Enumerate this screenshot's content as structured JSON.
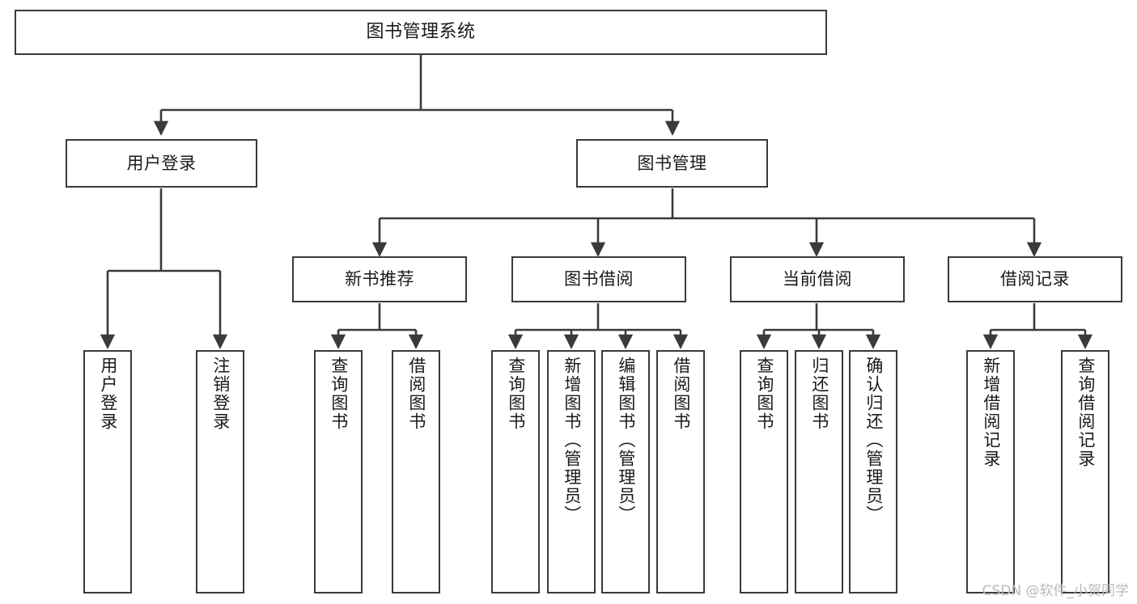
{
  "diagram": {
    "title": "图书管理系统",
    "type": "tree",
    "root": {
      "id": "root",
      "label": "图书管理系统"
    },
    "level1": [
      {
        "id": "user-login",
        "label": "用户登录"
      },
      {
        "id": "book-manage",
        "label": "图书管理"
      }
    ],
    "level2": [
      {
        "id": "new-book-rec",
        "label": "新书推荐",
        "parent": "book-manage"
      },
      {
        "id": "book-borrow",
        "label": "图书借阅",
        "parent": "book-manage"
      },
      {
        "id": "current-borrow",
        "label": "当前借阅",
        "parent": "book-manage"
      },
      {
        "id": "borrow-record",
        "label": "借阅记录",
        "parent": "book-manage"
      }
    ],
    "leaves": [
      {
        "id": "leaf-user-login",
        "label": "用户登录",
        "parent": "user-login"
      },
      {
        "id": "leaf-user-logout",
        "label": "注销登录",
        "parent": "user-login"
      },
      {
        "id": "leaf-query-book-1",
        "label": "查询图书",
        "parent": "new-book-rec"
      },
      {
        "id": "leaf-borrow-book-1",
        "label": "借阅图书",
        "parent": "new-book-rec"
      },
      {
        "id": "leaf-query-book-2",
        "label": "查询图书",
        "parent": "book-borrow"
      },
      {
        "id": "leaf-add-book",
        "label": "新增图书（管理员）",
        "parent": "book-borrow"
      },
      {
        "id": "leaf-edit-book",
        "label": "编辑图书（管理员）",
        "parent": "book-borrow"
      },
      {
        "id": "leaf-borrow-book-2",
        "label": "借阅图书",
        "parent": "book-borrow"
      },
      {
        "id": "leaf-query-book-3",
        "label": "查询图书",
        "parent": "current-borrow"
      },
      {
        "id": "leaf-return-book",
        "label": "归还图书",
        "parent": "current-borrow"
      },
      {
        "id": "leaf-confirm-return",
        "label": "确认归还（管理员）",
        "parent": "current-borrow"
      },
      {
        "id": "leaf-add-record",
        "label": "新增借阅记录",
        "parent": "borrow-record"
      },
      {
        "id": "leaf-query-record",
        "label": "查询借阅记录",
        "parent": "borrow-record"
      }
    ],
    "colors": {
      "stroke": "#3a3a3a",
      "text": "#1a1a1a",
      "background": "#ffffff",
      "watermark": "#b9b9b9"
    }
  },
  "watermark": {
    "text": "CSDN @软件_小贺同学"
  }
}
